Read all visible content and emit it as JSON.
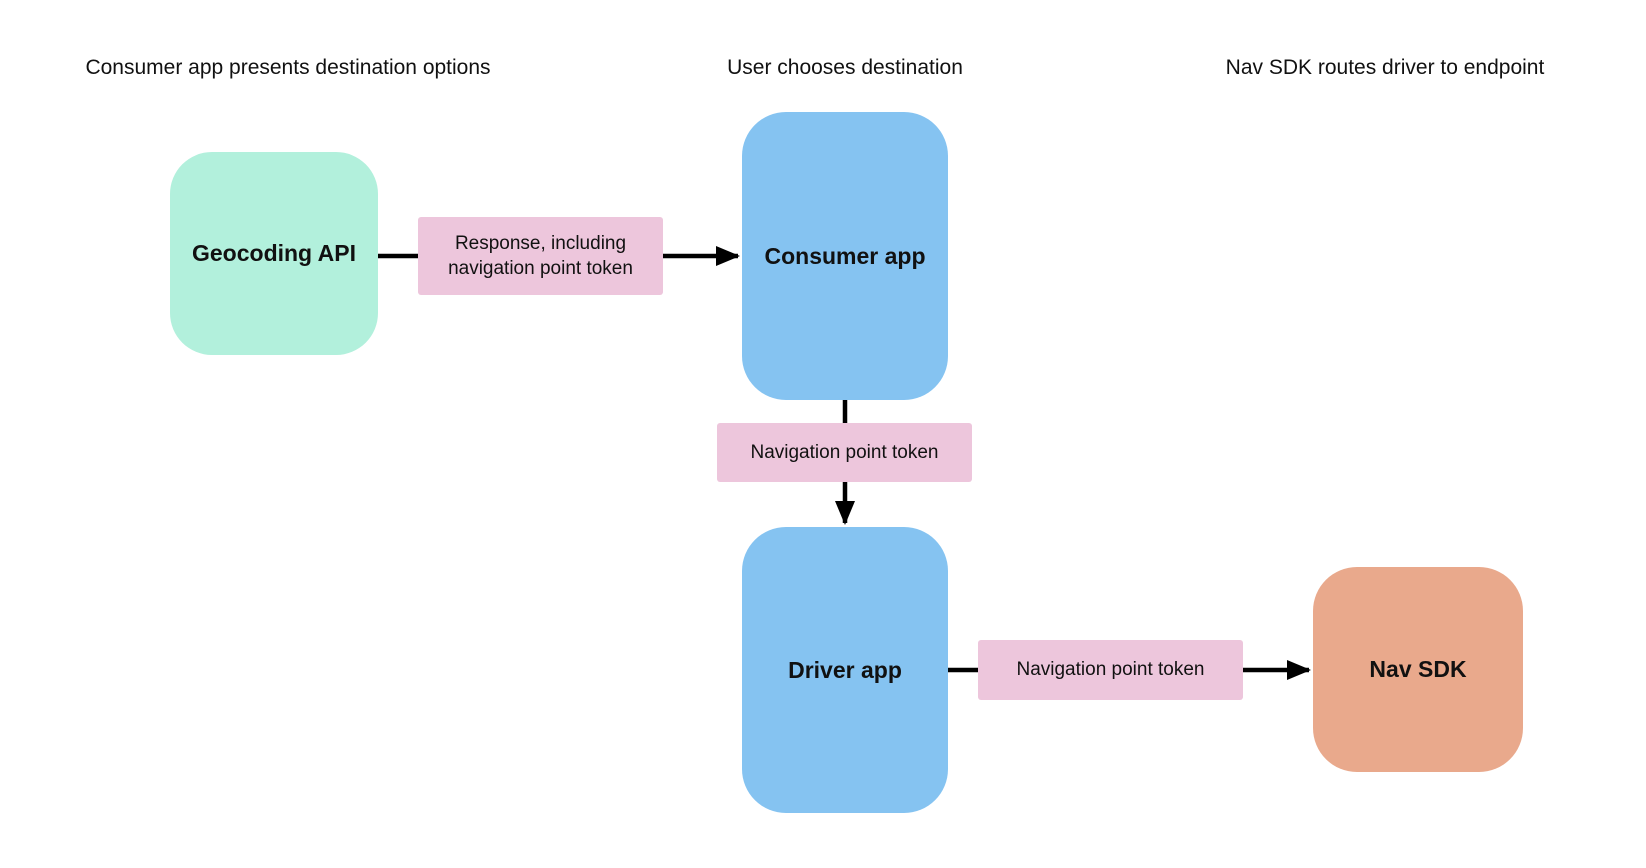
{
  "diagram": {
    "type": "flow",
    "background": "#ffffff",
    "headers": [
      {
        "label": "Consumer app presents destination options"
      },
      {
        "label": "User chooses destination"
      },
      {
        "label": "Nav SDK routes driver to endpoint"
      }
    ],
    "nodes": [
      {
        "id": "geocoding-api",
        "label": "Geocoding API",
        "color": "#b2f0dc"
      },
      {
        "id": "consumer-app",
        "label": "Consumer app",
        "color": "#85c3f1"
      },
      {
        "id": "driver-app",
        "label": "Driver app",
        "color": "#85c3f1"
      },
      {
        "id": "nav-sdk",
        "label": "Nav SDK",
        "color": "#e9a98c"
      }
    ],
    "edges": [
      {
        "from": "geocoding-api",
        "to": "consumer-app",
        "label": "Response, including navigation point token",
        "label_color": "#edc6dc",
        "direction": "right"
      },
      {
        "from": "consumer-app",
        "to": "driver-app",
        "label": "Navigation point token",
        "label_color": "#edc6dc",
        "direction": "down"
      },
      {
        "from": "driver-app",
        "to": "nav-sdk",
        "label": "Navigation point token",
        "label_color": "#edc6dc",
        "direction": "right"
      }
    ],
    "arrow_color": "#000000",
    "text_color": "#111111"
  }
}
